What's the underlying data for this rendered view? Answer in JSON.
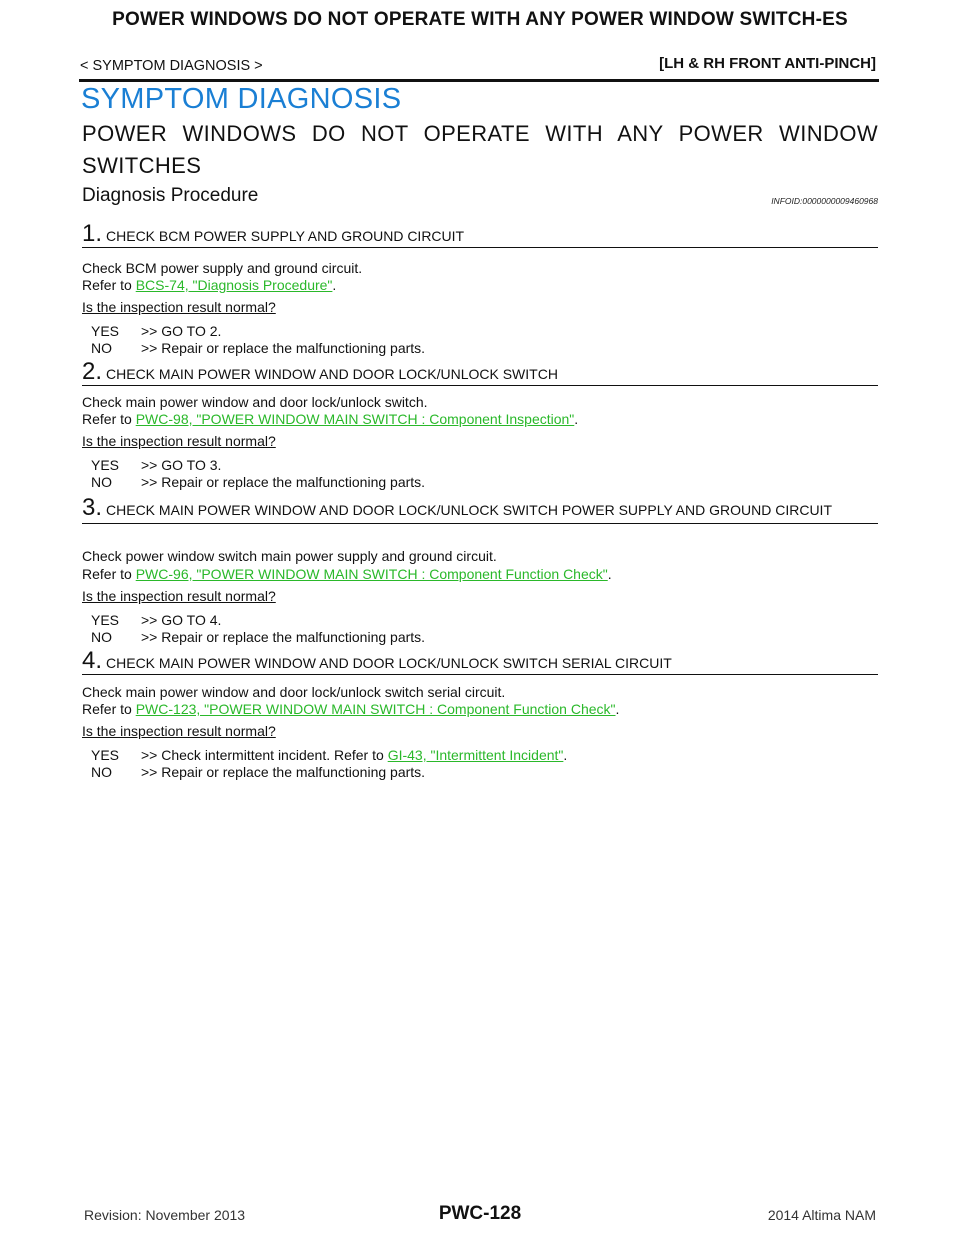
{
  "header": {
    "title": "POWER WINDOWS DO NOT OPERATE WITH ANY POWER WINDOW SWITCH-ES",
    "section": "< SYMPTOM DIAGNOSIS >",
    "scope": "[LH & RH FRONT ANTI-PINCH]"
  },
  "main": {
    "heading1": "SYMPTOM DIAGNOSIS",
    "heading2": "POWER WINDOWS DO NOT OPERATE WITH ANY POWER WINDOW SWITCHES",
    "heading3": "Diagnosis Procedure",
    "infoid": "INFOID:0000000009460968",
    "question": "Is the inspection result normal?",
    "refer_prefix": "Refer to ",
    "period": ".",
    "steps": [
      {
        "number": "1.",
        "title": "CHECK BCM POWER SUPPLY AND GROUND CIRCUIT",
        "instruction": "Check BCM power supply and ground circuit.",
        "link": "BCS-74, \"Diagnosis Procedure\"",
        "yes_key": "YES",
        "yes": ">> GO TO 2.",
        "no_key": "NO",
        "no": ">> Repair or replace the malfunctioning parts."
      },
      {
        "number": "2.",
        "title": "CHECK MAIN POWER WINDOW AND DOOR LOCK/UNLOCK SWITCH",
        "instruction": "Check main power window and door lock/unlock switch.",
        "link": "PWC-98, \"POWER WINDOW MAIN SWITCH : Component Inspection\"",
        "yes_key": "YES",
        "yes": ">> GO TO 3.",
        "no_key": "NO",
        "no": ">> Repair or replace the malfunctioning parts."
      },
      {
        "number": "3.",
        "title": "CHECK MAIN POWER WINDOW AND DOOR LOCK/UNLOCK SWITCH POWER SUPPLY AND GROUND CIRCUIT",
        "instruction": "Check power window switch main power supply and ground circuit.",
        "link": "PWC-96, \"POWER WINDOW MAIN SWITCH : Component Function Check\"",
        "yes_key": "YES",
        "yes": ">> GO TO 4.",
        "no_key": "NO",
        "no": ">> Repair or replace the malfunctioning parts."
      },
      {
        "number": "4.",
        "title": "CHECK MAIN POWER WINDOW AND DOOR LOCK/UNLOCK SWITCH SERIAL CIRCUIT",
        "instruction": "Check main power window and door lock/unlock switch serial circuit.",
        "link": "PWC-123, \"POWER WINDOW MAIN SWITCH : Component Function Check\"",
        "yes_key": "YES",
        "yes": ">> Check intermittent incident. Refer to ",
        "yes_link": "GI-43, \"Intermittent Incident\"",
        "no_key": "NO",
        "no": ">> Repair or replace the malfunctioning parts."
      }
    ]
  },
  "footer": {
    "revision": "Revision: November 2013",
    "page": "PWC-128",
    "model": "2014 Altima NAM"
  }
}
